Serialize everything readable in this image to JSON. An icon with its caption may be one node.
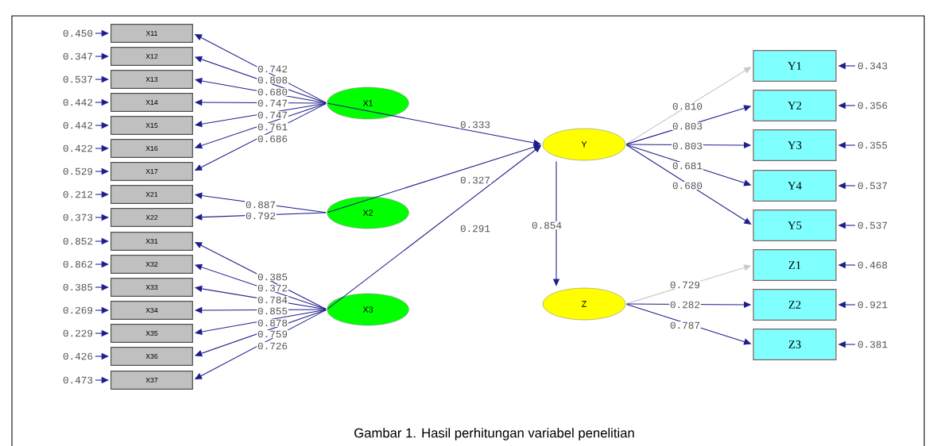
{
  "diagram": {
    "caption": "Gambar 1. Hasil perhitungan variabel penelitian",
    "nodes": [
      {
        "text": [
          "X11"
        ]
      },
      {
        "text": [
          "X12"
        ]
      },
      {
        "text": [
          "X13"
        ]
      },
      {
        "text": [
          "X14"
        ]
      },
      {
        "text": [
          "X15"
        ]
      },
      {
        "text": [
          "X16"
        ]
      },
      {
        "text": [
          "X17"
        ]
      },
      {
        "text": [
          "X21"
        ]
      },
      {
        "text": [
          "X22"
        ]
      },
      {
        "text": [
          "X31"
        ]
      },
      {
        "text": [
          "X32"
        ]
      },
      {
        "text": [
          "X33"
        ]
      },
      {
        "text": [
          "X34"
        ]
      },
      {
        "text": [
          "X35"
        ]
      },
      {
        "text": [
          "X36"
        ]
      },
      {
        "text": [
          "X37"
        ]
      },
      {
        "text": [
          "X1"
        ]
      },
      {
        "text": [
          "X2"
        ]
      },
      {
        "text": [
          "X3"
        ]
      },
      {
        "text": [
          "Y"
        ]
      },
      {
        "text": [
          "Z"
        ]
      },
      {
        "text": [
          "Y1"
        ]
      },
      {
        "text": [
          "Y2"
        ]
      },
      {
        "text": [
          "Y3"
        ]
      },
      {
        "text": [
          "Y4"
        ]
      },
      {
        "text": [
          "Y5"
        ]
      },
      {
        "text": [
          "Z1"
        ]
      },
      {
        "text": [
          "Z2"
        ]
      },
      {
        "text": [
          "Z3"
        ]
      },
      {
        "text": [
          "0.450"
        ]
      },
      {
        "text": [
          "0.347"
        ]
      },
      {
        "text": [
          "0.537"
        ]
      },
      {
        "text": [
          "0.442"
        ]
      },
      {
        "text": [
          "0.442"
        ]
      },
      {
        "text": [
          "0.422"
        ]
      },
      {
        "text": [
          "0.529"
        ]
      },
      {
        "text": [
          "0.212"
        ]
      },
      {
        "text": [
          "0.373"
        ]
      },
      {
        "text": [
          "0.852"
        ]
      },
      {
        "text": [
          "0.862"
        ]
      },
      {
        "text": [
          "0.385"
        ]
      },
      {
        "text": [
          "0.269"
        ]
      },
      {
        "text": [
          "0.229"
        ]
      },
      {
        "text": [
          "0.426"
        ]
      },
      {
        "text": [
          "0.473"
        ]
      },
      {
        "text": [
          "0.343"
        ]
      },
      {
        "text": [
          "0.356"
        ]
      },
      {
        "text": [
          "0.355"
        ]
      },
      {
        "text": [
          "0.537"
        ]
      },
      {
        "text": [
          "0.537"
        ]
      },
      {
        "text": [
          "0.468"
        ]
      },
      {
        "text": [
          "0.921"
        ]
      },
      {
        "text": [
          "0.381"
        ]
      }
    ],
    "edges": [
      {
        "from": 16,
        "to": 0,
        "arrow": "to",
        "label": "0.742"
      },
      {
        "from": 16,
        "to": 1,
        "arrow": "to",
        "label": "0.808"
      },
      {
        "from": 16,
        "to": 2,
        "arrow": "to",
        "label": "0.680"
      },
      {
        "from": 16,
        "to": 3,
        "arrow": "to",
        "label": "0.747"
      },
      {
        "from": 16,
        "to": 4,
        "arrow": "to",
        "label": "0.747"
      },
      {
        "from": 16,
        "to": 5,
        "arrow": "to",
        "label": "0.761"
      },
      {
        "from": 16,
        "to": 6,
        "arrow": "to",
        "label": "0.686"
      },
      {
        "from": 17,
        "to": 7,
        "arrow": "to",
        "label": "0.887"
      },
      {
        "from": 17,
        "to": 8,
        "arrow": "to",
        "label": "0.792"
      },
      {
        "from": 18,
        "to": 9,
        "arrow": "to",
        "label": "0.385"
      },
      {
        "from": 18,
        "to": 10,
        "arrow": "to",
        "label": "0.372"
      },
      {
        "from": 18,
        "to": 11,
        "arrow": "to",
        "label": "0.784"
      },
      {
        "from": 18,
        "to": 12,
        "arrow": "to",
        "label": "0.855"
      },
      {
        "from": 18,
        "to": 13,
        "arrow": "to",
        "label": "0.878"
      },
      {
        "from": 18,
        "to": 14,
        "arrow": "to",
        "label": "0.759"
      },
      {
        "from": 18,
        "to": 15,
        "arrow": "to",
        "label": "0.726"
      },
      {
        "from": 16,
        "to": 19,
        "arrow": "to",
        "label": "0.333"
      },
      {
        "from": 17,
        "to": 19,
        "arrow": "to",
        "label": "0.327"
      },
      {
        "from": 18,
        "to": 19,
        "arrow": "to",
        "label": "0.291"
      },
      {
        "from": 19,
        "to": 20,
        "arrow": "to",
        "label": "0.854"
      },
      {
        "from": 19,
        "to": 21,
        "arrow": "to",
        "label": "0.810",
        "color": "#c8c8c8"
      },
      {
        "from": 19,
        "to": 22,
        "arrow": "to",
        "label": "0.803"
      },
      {
        "from": 19,
        "to": 23,
        "arrow": "to",
        "label": "0.803"
      },
      {
        "from": 19,
        "to": 24,
        "arrow": "to",
        "label": "0.681"
      },
      {
        "from": 19,
        "to": 25,
        "arrow": "to",
        "label": "0.680"
      },
      {
        "from": 20,
        "to": 26,
        "arrow": "to",
        "label": "0.729",
        "color": "#c8c8c8"
      },
      {
        "from": 20,
        "to": 27,
        "arrow": "to",
        "label": "0.282"
      },
      {
        "from": 20,
        "to": 28,
        "arrow": "to",
        "label": "0.787"
      },
      {
        "from": 29,
        "to": 0,
        "arrow": "to"
      },
      {
        "from": 30,
        "to": 1,
        "arrow": "to"
      },
      {
        "from": 31,
        "to": 2,
        "arrow": "to"
      },
      {
        "from": 32,
        "to": 3,
        "arrow": "to"
      },
      {
        "from": 33,
        "to": 4,
        "arrow": "to"
      },
      {
        "from": 34,
        "to": 5,
        "arrow": "to"
      },
      {
        "from": 35,
        "to": 6,
        "arrow": "to"
      },
      {
        "from": 36,
        "to": 7,
        "arrow": "to"
      },
      {
        "from": 37,
        "to": 8,
        "arrow": "to"
      },
      {
        "from": 38,
        "to": 9,
        "arrow": "to"
      },
      {
        "from": 39,
        "to": 10,
        "arrow": "to"
      },
      {
        "from": 40,
        "to": 11,
        "arrow": "to"
      },
      {
        "from": 41,
        "to": 12,
        "arrow": "to"
      },
      {
        "from": 42,
        "to": 13,
        "arrow": "to"
      },
      {
        "from": 43,
        "to": 14,
        "arrow": "to"
      },
      {
        "from": 44,
        "to": 15,
        "arrow": "to"
      },
      {
        "from": 45,
        "to": 21,
        "arrow": "to"
      },
      {
        "from": 46,
        "to": 22,
        "arrow": "to"
      },
      {
        "from": 47,
        "to": 23,
        "arrow": "to"
      },
      {
        "from": 48,
        "to": 24,
        "arrow": "to"
      },
      {
        "from": 49,
        "to": 25,
        "arrow": "to"
      },
      {
        "from": 50,
        "to": 26,
        "arrow": "to"
      },
      {
        "from": 51,
        "to": 27,
        "arrow": "to"
      },
      {
        "from": 52,
        "to": 28,
        "arrow": "to"
      }
    ]
  }
}
